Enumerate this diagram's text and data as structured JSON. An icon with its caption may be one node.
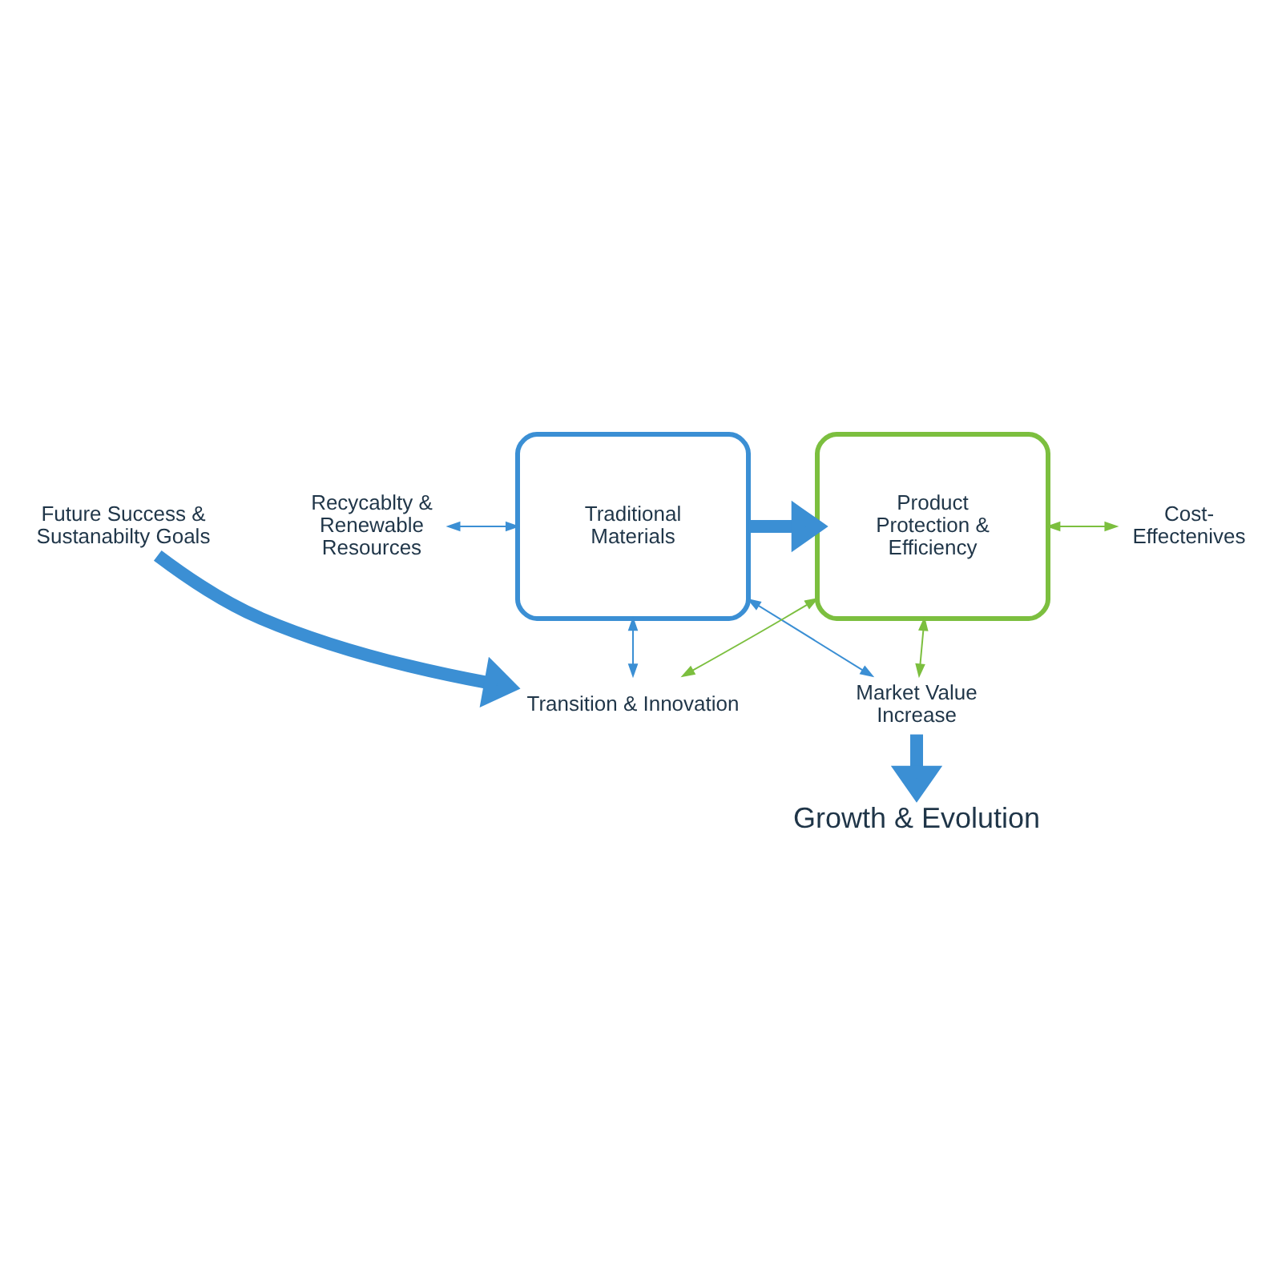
{
  "diagram": {
    "nodes": [
      {
        "text": [
          "Growth & Evolution"
        ]
      },
      {
        "text": [
          "Market Value Increase"
        ]
      },
      {
        "text": [
          "Recycablty & Renewable Resources"
        ]
      },
      {
        "text": [
          "Traditional Materials"
        ]
      },
      {
        "text": [
          "Product Protection & Efficiency"
        ]
      },
      {
        "text": [
          "Cost- Effectenives"
        ]
      },
      {
        "text": [
          "Transition & Innovation"
        ]
      },
      {
        "text": [
          "Future Success & Sustanabilty Goals"
        ]
      }
    ],
    "edges": [
      {
        "from": 1,
        "to": 0,
        "arrow": "to",
        "style": "thick"
      },
      {
        "from": 3,
        "to": 1,
        "arrow": "both"
      },
      {
        "from": 4,
        "to": 1,
        "arrow": "both",
        "color": "#7cbf3f"
      },
      {
        "from": 2,
        "to": 3,
        "arrow": "both"
      },
      {
        "from": 3,
        "to": 4,
        "arrow": "to",
        "style": "thick"
      },
      {
        "from": 4,
        "to": 5,
        "arrow": "both",
        "color": "#7cbf3f"
      },
      {
        "from": 3,
        "to": 6,
        "arrow": "both"
      },
      {
        "from": 4,
        "to": 6,
        "arrow": "both",
        "color": "#7cbf3f"
      },
      {
        "from": 7,
        "to": 6,
        "arrow": "to",
        "style": "thick"
      }
    ]
  }
}
